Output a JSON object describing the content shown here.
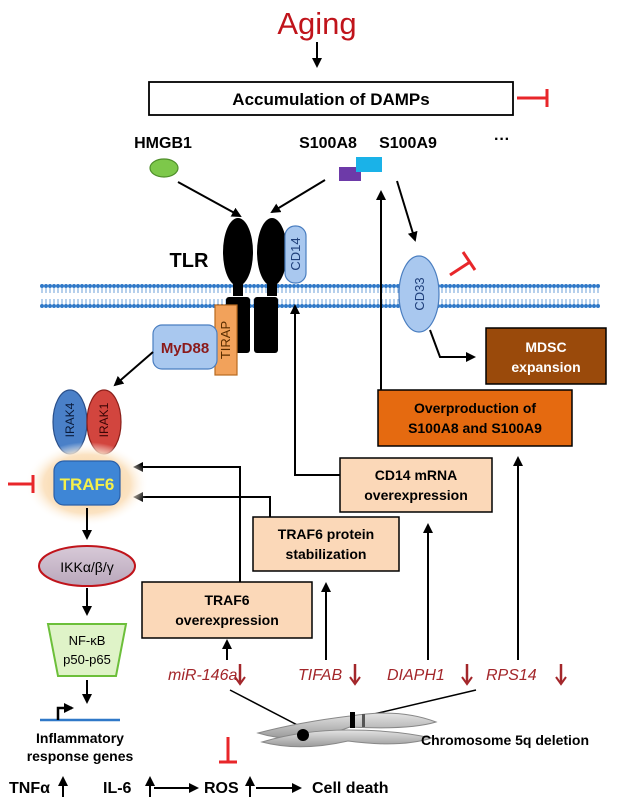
{
  "title": "Aging",
  "damps_box": "Accumulation of DAMPs",
  "dots": "···",
  "proteins": {
    "hmgb1": "HMGB1",
    "s100a8": "S100A8",
    "s100a9": "S100A9"
  },
  "receptors": {
    "tlr": "TLR",
    "cd14": "CD14",
    "cd33": "CD33",
    "tirap": "TIRAP",
    "myd88": "MyD88"
  },
  "kinases": {
    "irak4": "IRAK4",
    "irak1": "IRAK1",
    "traf6": "TRAF6",
    "ikk": "IKKα/β/γ"
  },
  "nfkb": {
    "line1": "NF-κB",
    "line2": "p50-p65"
  },
  "boxes": {
    "mdsc": {
      "line1": "MDSC",
      "line2": "expansion"
    },
    "overproduction": {
      "line1": "Overproduction of",
      "line2": "S100A8 and S100A9"
    },
    "cd14_mrna": {
      "line1": "CD14 mRNA",
      "line2": "overexpression"
    },
    "traf6_protein": {
      "line1": "TRAF6 protein",
      "line2": "stabilization"
    },
    "traf6_over": {
      "line1": "TRAF6",
      "line2": "overexpression"
    }
  },
  "genes": {
    "mir146a": "miR-146a",
    "tifab": "TIFAB",
    "diaph1": "DIAPH1",
    "rps14": "RPS14"
  },
  "chromosome_label": "Chromosome 5q deletion",
  "inflammatory": {
    "line1": "Inflammatory",
    "line2": "response genes"
  },
  "outputs": {
    "tnfa": "TNFα",
    "il6": "IL-6",
    "ros": "ROS",
    "death": "Cell death"
  },
  "colors": {
    "title_red": "#c0141b",
    "inhibit_red": "#e8262a",
    "gene_red": "#a3262a",
    "mdsc_fill": "#9a4a0b",
    "over_fill": "#e56a10",
    "peach_fill": "#fbd8b8",
    "membrane": "#2f78c8",
    "receptor_blue": "#a9c8ef",
    "tirap_fill": "#f2a25b",
    "myd88_text": "#8b1a1a",
    "traf6_text": "#f5f04a"
  }
}
